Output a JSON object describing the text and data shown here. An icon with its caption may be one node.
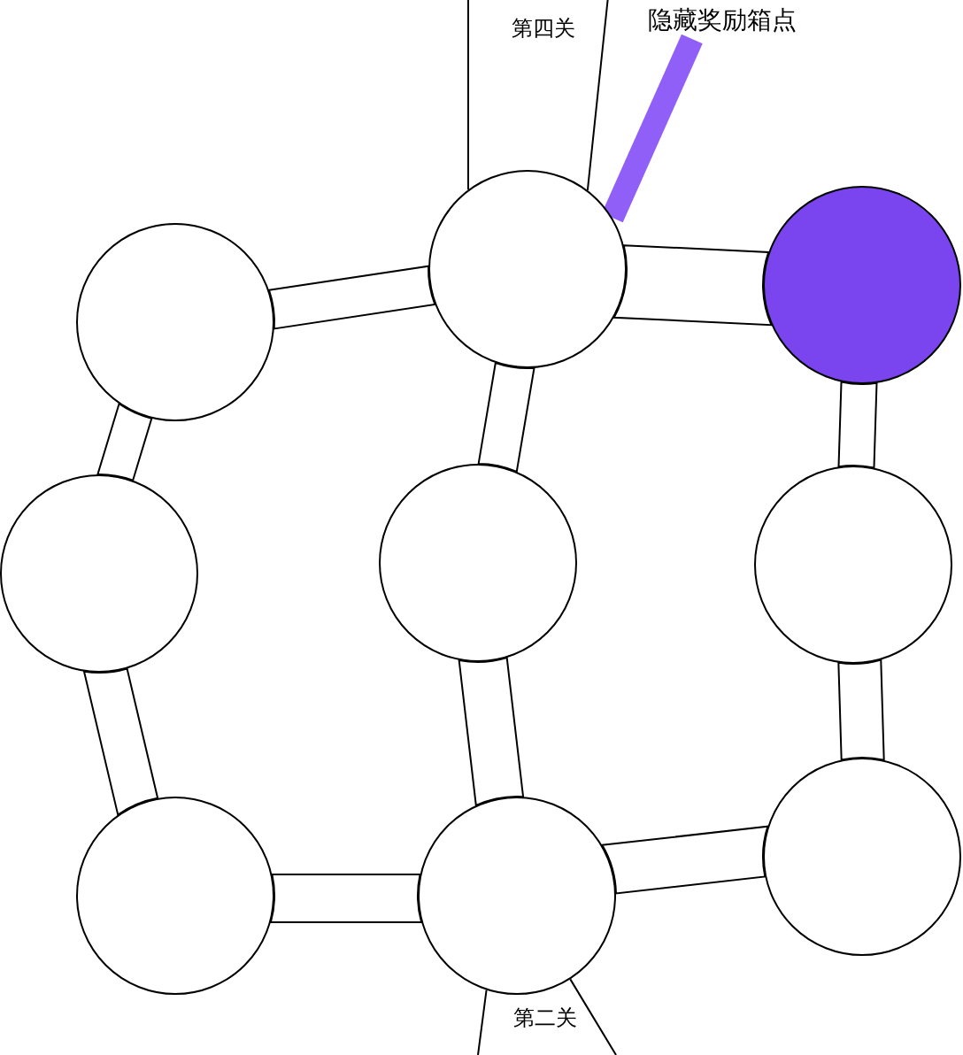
{
  "diagram": {
    "nodes": [
      {
        "text": [
          "隐藏奖励箱点"
        ]
      },
      {
        "text": [],
        "shape": "circle"
      },
      {
        "text": [],
        "shape": "circle"
      },
      {
        "text": [],
        "shape": "circle"
      },
      {
        "text": [],
        "shape": "circle"
      },
      {
        "text": [],
        "shape": "circle"
      },
      {
        "text": [],
        "shape": "circle"
      },
      {
        "text": [],
        "shape": "circle"
      },
      {
        "text": [],
        "shape": "circle"
      },
      {
        "text": [],
        "shape": "circle"
      }
    ],
    "edges": [
      {
        "from": 2,
        "to": null,
        "arrow": "none",
        "label": "第四关"
      },
      {
        "from": 0,
        "to": 2,
        "arrow": "none",
        "style": "thick",
        "color": "#8f5ff7"
      },
      {
        "from": 1,
        "to": 2,
        "arrow": "none"
      },
      {
        "from": 2,
        "to": 3,
        "arrow": "none"
      },
      {
        "from": 1,
        "to": 4,
        "arrow": "none"
      },
      {
        "from": 2,
        "to": 5,
        "arrow": "none"
      },
      {
        "from": 3,
        "to": 6,
        "arrow": "none"
      },
      {
        "from": 4,
        "to": 7,
        "arrow": "none"
      },
      {
        "from": 5,
        "to": 8,
        "arrow": "none"
      },
      {
        "from": 6,
        "to": 9,
        "arrow": "none"
      },
      {
        "from": 7,
        "to": 8,
        "arrow": "none"
      },
      {
        "from": 8,
        "to": 9,
        "arrow": "none"
      },
      {
        "from": 8,
        "to": null,
        "arrow": "none",
        "label": "第二关"
      }
    ]
  }
}
